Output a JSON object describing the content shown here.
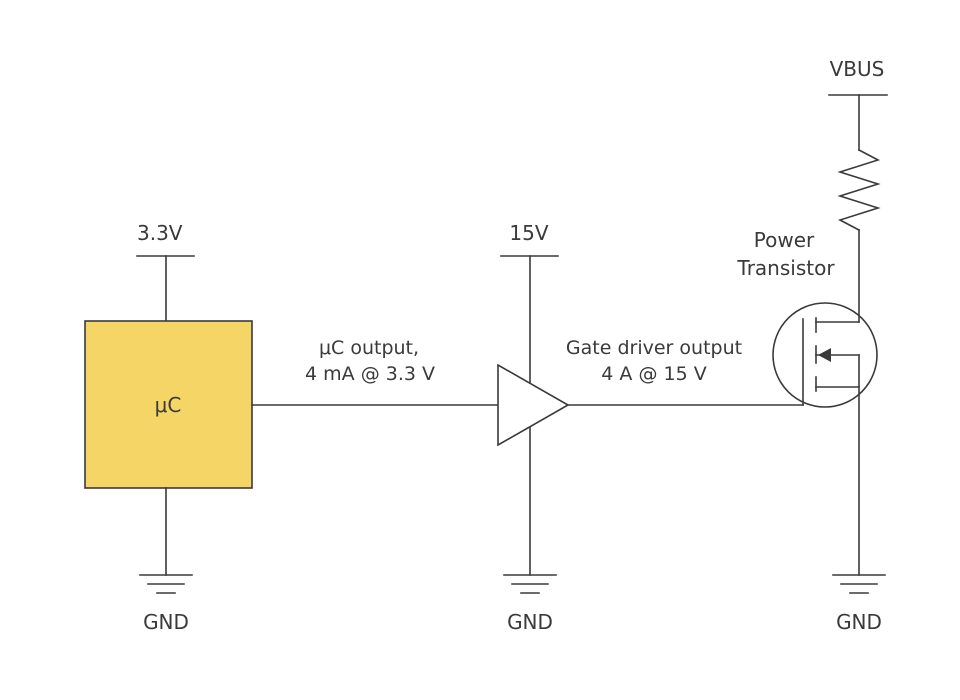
{
  "colors": {
    "line": "#3a3a3a",
    "mcu_fill": "#f5d565",
    "background": "#ffffff"
  },
  "supplies": {
    "mcu": "3.3V",
    "driver": "15V",
    "transistor": "VBUS"
  },
  "grounds": {
    "mcu": "GND",
    "driver": "GND",
    "transistor": "GND"
  },
  "mcu": {
    "label": "μC"
  },
  "signals": {
    "mcu_output_line1": "μC output,",
    "mcu_output_line2": "4 mA @ 3.3 V",
    "driver_output_line1": "Gate driver output",
    "driver_output_line2": "4 A @ 15 V"
  },
  "transistor": {
    "label_line1": "Power",
    "label_line2": "Transistor"
  }
}
